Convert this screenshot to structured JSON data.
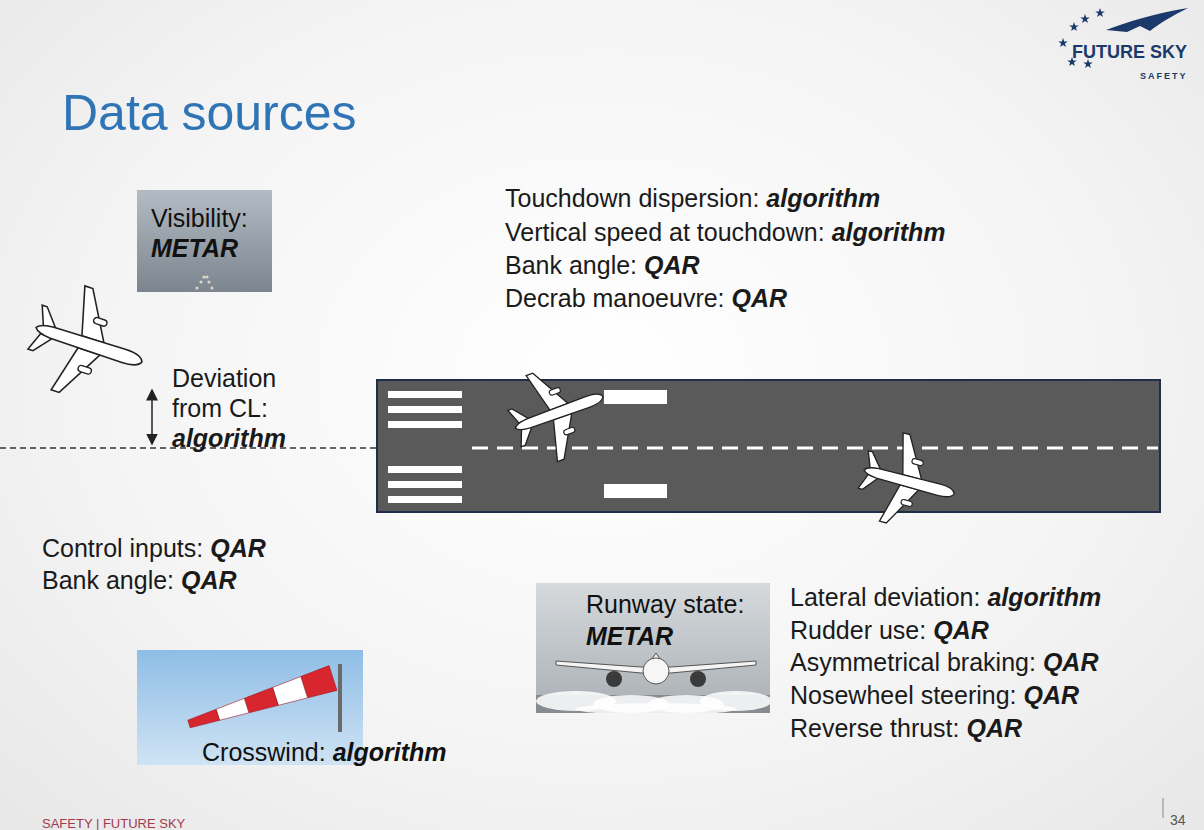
{
  "diagram": {
    "title": "Data sources",
    "nodes": [
      {
        "text": [
          "Visibility:",
          "METAR"
        ]
      },
      {
        "text": [
          "Runway state:",
          "METAR"
        ]
      },
      {
        "text": [
          "Crosswind:",
          "algorithm"
        ]
      }
    ],
    "labels": [
      "FUTURE SKY",
      "SAFETY",
      "Touchdown dispersion:",
      "algorithm",
      "Vertical speed at touchdown:",
      "algorithm",
      "Bank angle:",
      "QAR",
      "Decrab manoeuvre:",
      "QAR",
      "Deviation from CL:",
      "algorithm",
      "Control inputs:",
      "QAR",
      "Bank angle:",
      "QAR",
      "Lateral deviation:",
      "algorithm",
      "Rudder use:",
      "QAR",
      "Asymmetrical braking:",
      "QAR",
      "Nosewheel steering:",
      "QAR",
      "Reverse thrust:",
      "QAR",
      "SAFETY | FUTURE SKY",
      "34"
    ]
  }
}
